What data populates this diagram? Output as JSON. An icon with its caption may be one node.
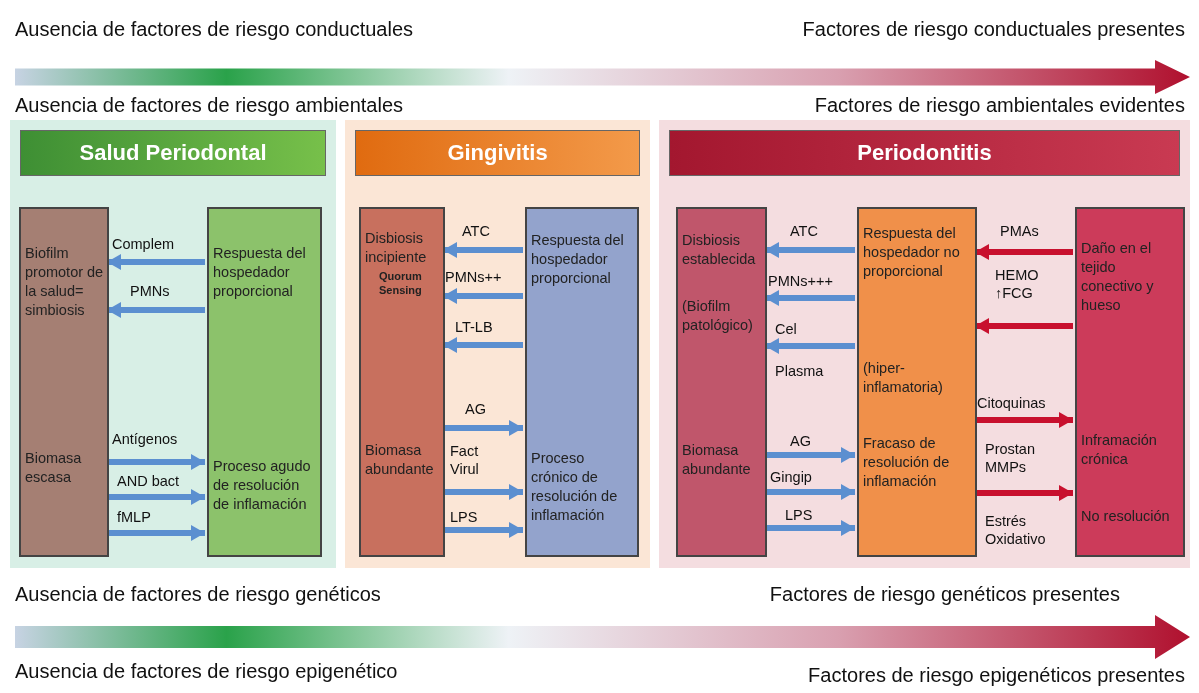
{
  "diagram": {
    "nodes": [
      {
        "text": [
          "Salud Periodontal"
        ]
      },
      {
        "text": [
          "Biofilm promotor de la salud= simbiosis",
          "Biomasa escasa"
        ],
        "in": 0
      },
      {
        "text": [
          "Respuesta del hospedador proporcional",
          "Proceso agudo de resolución de inflamación"
        ],
        "in": 0
      },
      {
        "text": [
          "Gingivitis"
        ]
      },
      {
        "text": [
          "Disbiosis incipiente",
          "Quorum Sensing",
          "Biomasa abundante"
        ],
        "in": 3
      },
      {
        "text": [
          "Respuesta del hospedador proporcional",
          "Proceso crónico de resolución de inflamación"
        ],
        "in": 3
      },
      {
        "text": [
          "Periodontitis"
        ]
      },
      {
        "text": [
          "Disbiosis establecida",
          "(Biofilm patológico)",
          "Biomasa abundante"
        ],
        "in": 6
      },
      {
        "text": [
          "Respuesta del hospedador no proporcional",
          "(hiper-inflamatoria)",
          "Fracaso de resolución de inflamación"
        ],
        "in": 6
      },
      {
        "text": [
          "Daño en el tejido conectivo y hueso",
          "Inframación crónica",
          "No resolución"
        ],
        "in": 6
      }
    ],
    "edges": [
      {
        "from": 2,
        "to": 1,
        "arrow": "to",
        "label": "Complem"
      },
      {
        "from": 2,
        "to": 1,
        "arrow": "to",
        "label": "PMNs"
      },
      {
        "from": 1,
        "to": 2,
        "arrow": "to",
        "label": "Antígenos"
      },
      {
        "from": 1,
        "to": 2,
        "arrow": "to",
        "label": "AND bact"
      },
      {
        "from": 1,
        "to": 2,
        "arrow": "to",
        "label": "fMLP"
      },
      {
        "from": 5,
        "to": 4,
        "arrow": "to",
        "label": "ATC"
      },
      {
        "from": 5,
        "to": 4,
        "arrow": "to",
        "label": "PMNs++"
      },
      {
        "from": 5,
        "to": 4,
        "arrow": "to",
        "label": "LT-LB"
      },
      {
        "from": 4,
        "to": 5,
        "arrow": "to",
        "label": "AG"
      },
      {
        "from": 4,
        "to": 5,
        "arrow": "to",
        "label": "Fact Virul"
      },
      {
        "from": 4,
        "to": 5,
        "arrow": "to",
        "label": "LPS"
      },
      {
        "from": 8,
        "to": 7,
        "arrow": "to",
        "label": "ATC"
      },
      {
        "from": 8,
        "to": 7,
        "arrow": "to",
        "label": "PMNs+++"
      },
      {
        "from": 8,
        "to": 7,
        "arrow": "to",
        "label": "Cel"
      },
      {
        "from": 7,
        "to": 8,
        "arrow": "to",
        "label": "AG"
      },
      {
        "from": 7,
        "to": 8,
        "arrow": "to",
        "label": "Gingip"
      },
      {
        "from": 7,
        "to": 8,
        "arrow": "to",
        "label": "LPS"
      },
      {
        "from": 9,
        "to": 8,
        "arrow": "to",
        "label": "PMAs",
        "color": "#c8102e"
      },
      {
        "from": 9,
        "to": 8,
        "arrow": "to",
        "label": "HEMO ↑FCG",
        "color": "#c8102e"
      },
      {
        "from": 8,
        "to": 9,
        "arrow": "to",
        "label": "Citoquinas",
        "color": "#c8102e"
      },
      {
        "from": 8,
        "to": 9,
        "arrow": "to",
        "label": "Prostan MMPs",
        "color": "#c8102e"
      }
    ],
    "labels": [
      "Ausencia de factores de riesgo conductuales",
      "Factores de riesgo conductuales presentes",
      "Ausencia de factores de riesgo ambientales",
      "Factores de riesgo ambientales evidentes",
      "Plasma",
      "Estrés Oxidativo",
      "Ausencia de factores de riesgo genéticos",
      "Factores de riesgo genéticos presentes",
      "Ausencia de factores de riesgo epigenético",
      "Factores de riesgo epigenéticos presentes"
    ]
  }
}
